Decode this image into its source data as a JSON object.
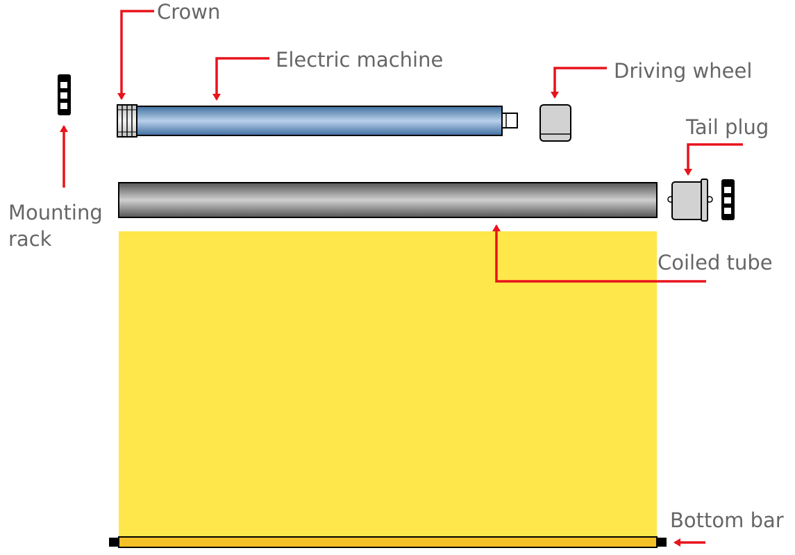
{
  "labels": {
    "crown": "Crown",
    "electric_machine": "Electric machine",
    "driving_wheel": "Driving wheel",
    "tail_plug": "Tail plug",
    "mounting_rack_line1": "Mounting",
    "mounting_rack_line2": "rack",
    "coiled_tube": "Coiled tube",
    "bottom_bar": "Bottom bar"
  },
  "colors": {
    "arrow": "#e8131b",
    "label_text": "#666666",
    "fabric": "#fde74a",
    "bottom_bar": "#f4c027",
    "motor_edge": "#3f6e9f",
    "motor_center": "#b9d1eb",
    "tube_edge": "#555555",
    "tube_center": "#cfcfcf",
    "part_fill": "#d2d2d2",
    "outline": "#000000"
  },
  "icons": {
    "mounting_rack_left": "mounting-bracket-icon",
    "mounting_rack_right": "mounting-bracket-icon"
  }
}
